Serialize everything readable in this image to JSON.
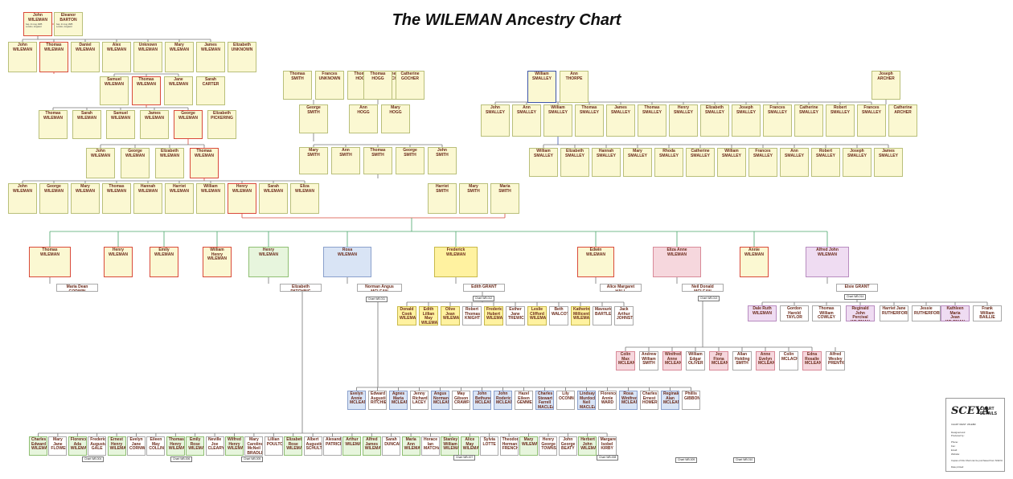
{
  "title": "The WILEMAN Ancestry Chart",
  "colors": {
    "line_red": "#d94a3a",
    "line_blue": "#3d55a8",
    "line_gray": "#777777",
    "line_green": "#4aa56a"
  },
  "gen1": [
    {
      "name": "John\nWILEMAN",
      "date": "bap. 21 Aug 1685\nLondon, England",
      "style": "r"
    },
    {
      "name": "Eleanor\nBARTON",
      "date": "bap. 21 Aug 1685\nLondon, England",
      "style": ""
    }
  ],
  "gen2": [
    {
      "name": "John\nWILEMAN",
      "style": ""
    },
    {
      "name": "Thomas\nWILEMAN",
      "style": "r"
    },
    {
      "name": "Daniel\nWILEMAN",
      "style": ""
    },
    {
      "name": "Alex\nWILEMAN",
      "style": ""
    },
    {
      "name": "Unknown\nWILEMAN",
      "style": ""
    },
    {
      "name": "Mary\nWILEMAN",
      "style": ""
    },
    {
      "name": "James\nWILEMAN",
      "style": ""
    },
    {
      "name": "Elizabeth\nUNKNOWN",
      "style": ""
    }
  ],
  "gen3": [
    {
      "name": "Samuel\nWILEMAN",
      "style": ""
    },
    {
      "name": "Thomas\nWILEMAN",
      "style": "r"
    },
    {
      "name": "Jane\nWILEMAN",
      "style": ""
    },
    {
      "name": "Sarah\nCARTER",
      "style": ""
    }
  ],
  "gen4": [
    {
      "name": "Thomas\nWILEMAN",
      "style": ""
    },
    {
      "name": "Sarah\nWILEMAN",
      "style": ""
    },
    {
      "name": "Samuel\nWILEMAN",
      "style": ""
    },
    {
      "name": "James\nWILEMAN",
      "style": ""
    },
    {
      "name": "George\nWILEMAN",
      "style": "r"
    },
    {
      "name": "Elizabeth\nPICKERING",
      "style": ""
    }
  ],
  "gen5": [
    {
      "name": "John\nWILEMAN",
      "style": ""
    },
    {
      "name": "George\nWILEMAN",
      "style": ""
    },
    {
      "name": "Elizabeth\nWILEMAN",
      "style": ""
    },
    {
      "name": "Thomas\nWILEMAN",
      "style": "r"
    }
  ],
  "gen6": [
    {
      "name": "John\nWILEMAN",
      "style": ""
    },
    {
      "name": "George\nWILEMAN",
      "style": ""
    },
    {
      "name": "Mary\nWILEMAN",
      "style": ""
    },
    {
      "name": "Thomas\nWILEMAN",
      "style": ""
    },
    {
      "name": "Hannah\nWILEMAN",
      "style": ""
    },
    {
      "name": "Harriet\nWILEMAN",
      "style": ""
    },
    {
      "name": "William\nWILEMAN",
      "style": ""
    },
    {
      "name": "Henry\nWILEMAN",
      "style": "r"
    },
    {
      "name": "Sarah\nWILEMAN",
      "style": ""
    },
    {
      "name": "Eliza\nWILEMAN",
      "style": ""
    }
  ],
  "smith": {
    "parents": [
      {
        "name": "Thomas\nSMITH",
        "style": ""
      },
      {
        "name": "Frances\nUNKNOWN",
        "style": ""
      },
      {
        "name": "Thomas\nHOGG",
        "style": ""
      },
      {
        "name": "Catherine\nGOCHER",
        "style": ""
      }
    ],
    "mid": [
      {
        "name": "George\nSMITH",
        "style": ""
      },
      {
        "name": "Ann\nHOGG",
        "style": ""
      },
      {
        "name": "Mary\nHOGG",
        "style": ""
      }
    ],
    "kids": [
      {
        "name": "Mary\nSMITH",
        "style": ""
      },
      {
        "name": "Ann\nSMITH",
        "style": ""
      },
      {
        "name": "Thomas\nSMITH",
        "style": ""
      },
      {
        "name": "George\nSMITH",
        "style": ""
      },
      {
        "name": "John\nSMITH",
        "style": ""
      }
    ],
    "grandkids": [
      {
        "name": "Harriet\nSMITH",
        "style": ""
      },
      {
        "name": "Mary\nSMITH",
        "style": ""
      },
      {
        "name": "Maria\nSMITH",
        "style": ""
      }
    ]
  },
  "smalley": {
    "top": [
      {
        "name": "William\nSMALLEY",
        "style": ""
      },
      {
        "name": "Ann\nTHORPE",
        "style": ""
      }
    ],
    "archer": {
      "name": "Joseph\nARCHER",
      "style": ""
    },
    "row2": [
      {
        "name": "John\nSMALLEY",
        "style": ""
      },
      {
        "name": "Ann\nSMALLEY",
        "style": ""
      },
      {
        "name": "William\nSMALLEY",
        "style": ""
      },
      {
        "name": "Thomas\nSMALLEY",
        "style": ""
      },
      {
        "name": "James\nSMALLEY",
        "style": ""
      },
      {
        "name": "Thomas\nSMALLEY",
        "style": ""
      },
      {
        "name": "Henry\nSMALLEY",
        "style": ""
      },
      {
        "name": "Elizabeth\nSMALLEY",
        "style": ""
      },
      {
        "name": "Joseph\nSMALLEY",
        "style": ""
      },
      {
        "name": "Frances\nSMALLEY",
        "style": ""
      },
      {
        "name": "Catherine\nSMALLEY",
        "style": ""
      },
      {
        "name": "Robert\nSMALLEY",
        "style": ""
      },
      {
        "name": "Frances\nSMALLEY",
        "style": ""
      },
      {
        "name": "Catherine\nARCHER",
        "style": ""
      }
    ],
    "row3": [
      {
        "name": "William\nSMALLEY",
        "style": ""
      },
      {
        "name": "Elizabeth\nSMALLEY",
        "style": ""
      },
      {
        "name": "Hannah\nSMALLEY",
        "style": ""
      },
      {
        "name": "Mary\nSMALLEY",
        "style": ""
      },
      {
        "name": "Rhoda\nSMALLEY",
        "style": ""
      },
      {
        "name": "Catherine\nSMALLEY",
        "style": ""
      },
      {
        "name": "William\nSMALLEY",
        "style": ""
      },
      {
        "name": "Frances\nSMALLEY",
        "style": ""
      },
      {
        "name": "Ann\nSMALLEY",
        "style": ""
      },
      {
        "name": "Robert\nSMALLEY",
        "style": ""
      },
      {
        "name": "Joseph\nSMALLEY",
        "style": ""
      },
      {
        "name": "James\nSMALLEY",
        "style": ""
      }
    ]
  },
  "children": [
    {
      "name": "Thomas\nWILEMAN",
      "style": "r"
    },
    {
      "name": "Henry\nWILEMAN",
      "style": "r"
    },
    {
      "name": "Emily\nWILEMAN",
      "style": "r"
    },
    {
      "name": "William\nHenry\nWILEMAN",
      "style": "r"
    },
    {
      "name": "Henry\nWILEMAN",
      "style": "g"
    },
    {
      "name": "Rosa\nWILEMAN",
      "style": "bl"
    },
    {
      "name": "Frederick\nWILEMAN",
      "style": "ye"
    },
    {
      "name": "Edwin\nWILEMAN",
      "style": "r"
    },
    {
      "name": "Eliza Anne\nWILEMAN",
      "style": "pk"
    },
    {
      "name": "Annie\nWILEMAN",
      "style": "r"
    },
    {
      "name": "Alfred John\nWILEMAN",
      "style": "pu"
    }
  ],
  "spouses": [
    {
      "name": "Maria Dean GODWIN",
      "style": "wh"
    },
    {
      "name": "Elizabeth PATCHING",
      "style": "wh"
    },
    {
      "name": "Norman Angus MCLEAN",
      "style": "wh"
    },
    {
      "name": "Edith GRANT",
      "style": "wh"
    },
    {
      "name": "Alice Margaret HALL",
      "style": "wh"
    },
    {
      "name": "Neil Donald MCLEAN",
      "style": "wh"
    },
    {
      "name": "Elsie GRANT",
      "style": "wh"
    }
  ],
  "chart_refs": [
    "Chart WB.011",
    "Chart WB.012",
    "Chart WB.013",
    "Chart WB.014",
    "Chart WB.004",
    "Chart WB.006",
    "Chart WB.005",
    "Chart WB.007",
    "Chart WB.008",
    "Chart WB.009",
    "Chart WB.010"
  ],
  "grandkids_a": [
    {
      "name": "Donald\nCook\nWILEMAN",
      "style": "ye"
    },
    {
      "name": "Edith\nLillian\nMay\nWILEMAN",
      "style": "ye"
    },
    {
      "name": "Olive Jean\nWILEMAN",
      "style": "ye"
    },
    {
      "name": "Robert\nThomas\nKNIGHT",
      "style": "wh"
    },
    {
      "name": "Frederick\nHubert\nWILEMAN",
      "style": "ye"
    },
    {
      "name": "Esther\nJane\nTREWICK",
      "style": "wh"
    },
    {
      "name": "Leslie\nClifford\nWILEMAN",
      "style": "ye"
    },
    {
      "name": "Beth\nWALCOTT",
      "style": "wh"
    },
    {
      "name": "Katherine\nMillicent\nWILEMAN",
      "style": "ye"
    },
    {
      "name": "Mavourie\nBARTLETT",
      "style": "wh"
    },
    {
      "name": "Jack\nArthur\nJOHNSTONE",
      "style": "wh"
    }
  ],
  "grandkids_b": [
    {
      "name": "Dale Ruth\nWILEMAN",
      "style": "pu"
    },
    {
      "name": "Gordon Harold\nTAYLOR",
      "style": "wh"
    },
    {
      "name": "Thomas\nWilliam\nCOWLEY",
      "style": "wh"
    },
    {
      "name": "Reginald John\nPercival\nWILEMAN",
      "style": "pu"
    },
    {
      "name": "Harriet Jane\nRUTHERFORD",
      "style": "wh"
    },
    {
      "name": "Jessie\nRUTHERFORD",
      "style": "wh"
    },
    {
      "name": "Kathleen Maria\nJean WILEMAN",
      "style": "pu"
    },
    {
      "name": "Frank William\nBAILLIE",
      "style": "wh"
    }
  ],
  "grandkids_c": [
    {
      "name": "Colin Max\nMCLEAN",
      "style": "pk"
    },
    {
      "name": "Andrew\nWilliam\nSMITH",
      "style": "wh"
    },
    {
      "name": "Winifred\nAnne\nMCLEAN",
      "style": "pk"
    },
    {
      "name": "William\nEdgar\nOLIVER",
      "style": "wh"
    },
    {
      "name": "Joy Fiona\nMCLEAN",
      "style": "pk"
    },
    {
      "name": "Allan\nHolding\nSMITH",
      "style": "wh"
    },
    {
      "name": "Anne\nEvelyn\nMCLEAN",
      "style": "pk"
    },
    {
      "name": "Colin\nMCLACHLAN",
      "style": "wh"
    },
    {
      "name": "Edna\nRosalie\nMCLEAN",
      "style": "pk"
    },
    {
      "name": "Alfred\nWesley\nPRENTICE",
      "style": "wh"
    }
  ],
  "grandkids_d": [
    {
      "name": "Evelyn\nAnnie\nMCLEAN",
      "style": "bl"
    },
    {
      "name": "Edward\nAugustine\nRITCHIE",
      "style": "wh"
    },
    {
      "name": "Agnes\nMaria\nMCLEAN",
      "style": "bl"
    },
    {
      "name": "Jenny\nRichard\nLACEY",
      "style": "wh"
    },
    {
      "name": "Angus\nNorman\nMCLEAN",
      "style": "bl"
    },
    {
      "name": "May\nGibson\nCRAWFORD",
      "style": "wh"
    },
    {
      "name": "John\nBethune\nMCLEAN",
      "style": "bl"
    },
    {
      "name": "John\nRoderick\nMCLEAN",
      "style": "bl"
    },
    {
      "name": "Hazel\nEileen\nGEMMELL",
      "style": "wh"
    },
    {
      "name": "Charles\nStewart\nFarrell\nMACLEAN",
      "style": "bl"
    },
    {
      "name": "Lily\nOCONNOR",
      "style": "wh"
    },
    {
      "name": "Lindsay\nMurdoch\nNeil\nMACLEAN",
      "style": "bl"
    },
    {
      "name": "Florence\nAnnie\nWARD",
      "style": "wh"
    },
    {
      "name": "Rosa\nWinifred\nMCLEAN",
      "style": "bl"
    },
    {
      "name": "Charles\nErnest\nHOMER",
      "style": "wh"
    },
    {
      "name": "Reginald\nAlan\nMCLEAN",
      "style": "bl"
    },
    {
      "name": "Phillis\nGIBBONS",
      "style": "wh"
    }
  ],
  "grandkids_e": [
    {
      "name": "Charles\nEdward\nWILEMAN",
      "style": "g"
    },
    {
      "name": "Mary Jane\nFLOWERS",
      "style": "wh"
    },
    {
      "name": "Florence\nAda\nWILEMAN",
      "style": "g"
    },
    {
      "name": "Frederick\nAugustus\nGALE",
      "style": "wh"
    },
    {
      "name": "Ernest\nHenry\nWILEMAN",
      "style": "g"
    },
    {
      "name": "Evelyn\nJane\nCORNWELL",
      "style": "wh"
    },
    {
      "name": "Eileen\nMay\nCOLLINGE",
      "style": "wh"
    },
    {
      "name": "Thomas\nHenry\nWILEMAN",
      "style": "g"
    },
    {
      "name": "Emily\nRose\nWILEMAN",
      "style": "g"
    },
    {
      "name": "Neville\nJoe\nCLEARY",
      "style": "wh"
    },
    {
      "name": "Wilfred\nHenry\nWILEMAN",
      "style": "g"
    },
    {
      "name": "Mary\nCaroline\nMcNeil\nBRADLEY",
      "style": "wh"
    },
    {
      "name": "Lillian\nPOULTON",
      "style": "wh"
    },
    {
      "name": "Elizabeth\nRose\nWILEMAN",
      "style": "g"
    },
    {
      "name": "Albert\nAugustine\nSCHULTZ",
      "style": "wh"
    },
    {
      "name": "Alexander\nPATRICKSON",
      "style": "wh"
    },
    {
      "name": "Arthur\nWILEMAN",
      "style": "g"
    },
    {
      "name": "Alfred\nJames\nWILEMAN",
      "style": "g"
    },
    {
      "name": "Sarah\nDUNCAN",
      "style": "wh"
    },
    {
      "name": "Maria Ann\nWILEMAN",
      "style": "g"
    },
    {
      "name": "Horace\nIan\nMATCHAN",
      "style": "wh"
    },
    {
      "name": "Stanley\nWilliam\nWILEMAN",
      "style": "g"
    },
    {
      "name": "Alice May\nWILEMAN",
      "style": "g"
    },
    {
      "name": "Sylvia\nLOTTE",
      "style": "wh"
    },
    {
      "name": "Theodora\nHerman\nFRENCH",
      "style": "wh"
    },
    {
      "name": "Mary\nWILEMAN",
      "style": "g"
    },
    {
      "name": "Henry\nGeorge\nTOWNSEND",
      "style": "wh"
    },
    {
      "name": "John\nGeorge\nBEATY",
      "style": "wh"
    },
    {
      "name": "Herbert\nJohn\nWILEMAN",
      "style": "g"
    },
    {
      "name": "Margaret\nIsobel\nKIRBY",
      "style": "wh"
    }
  ],
  "details": {
    "logo": "SCEYA",
    "title": "CHART\nDETAILS",
    "rows": [
      "CHART IDENT: WILEBR",
      "Designed and\nProduced by:",
      "Phone:",
      "Fax:",
      "Email:",
      "Website:",
      "Copies of this Chart can be purchased from SCEYA",
      "Date printed:"
    ]
  }
}
